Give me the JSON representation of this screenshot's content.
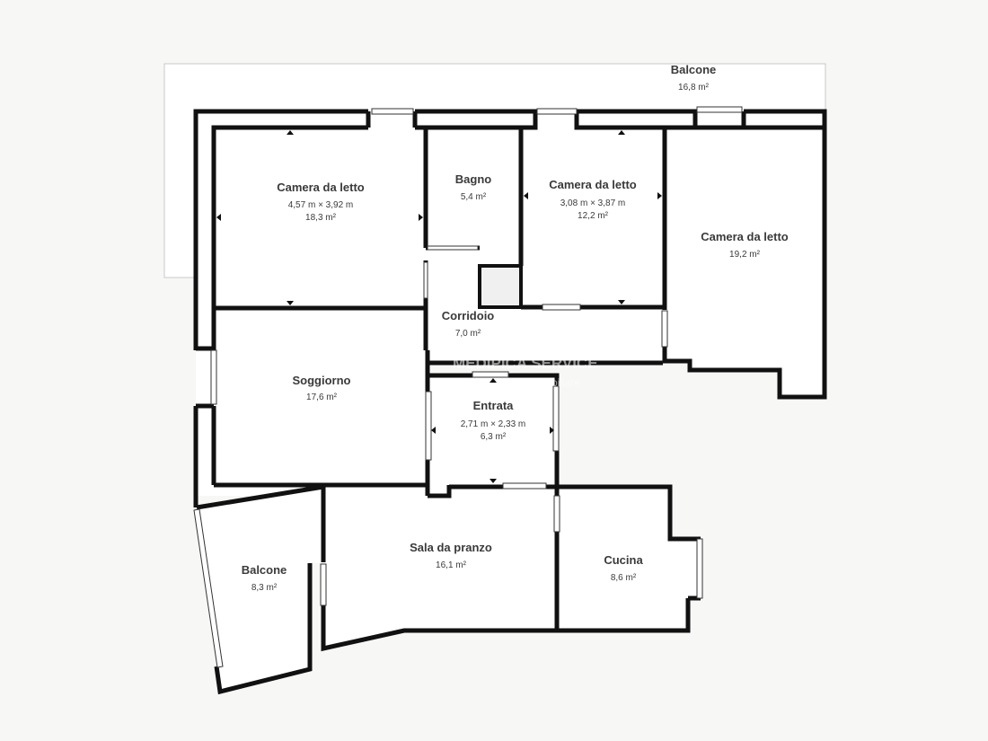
{
  "rooms": {
    "balcone_top": {
      "name": "Balcone",
      "area": "16,8 m²"
    },
    "camera1": {
      "name": "Camera da letto",
      "dims": "4,57 m × 3,92 m",
      "area": "18,3 m²"
    },
    "bagno": {
      "name": "Bagno",
      "area": "5,4 m²"
    },
    "camera2": {
      "name": "Camera da letto",
      "dims": "3,08 m × 3,87 m",
      "area": "12,2 m²"
    },
    "camera3": {
      "name": "Camera da letto",
      "area": "19,2 m²"
    },
    "corridoio": {
      "name": "Corridoio",
      "area": "7,0 m²"
    },
    "soggiorno": {
      "name": "Soggiorno",
      "area": "17,6 m²"
    },
    "entrata": {
      "name": "Entrata",
      "dims": "2,71 m × 2,33 m",
      "area": "6,3 m²"
    },
    "balcone_left": {
      "name": "Balcone",
      "area": "8,3 m²"
    },
    "sala": {
      "name": "Sala da pranzo",
      "area": "16,1 m²"
    },
    "cucina": {
      "name": "Cucina",
      "area": "8,6 m²"
    }
  },
  "watermark": {
    "line1": "MEDIPICA SERVICE",
    "line2": "Immobiliare"
  },
  "colors": {
    "background": "#f7f7f6",
    "room_fill": "#ffffff",
    "wall": "#111111",
    "balcony_outline": "#c9c9c9",
    "window_fill": "#ffffff",
    "text": "#3a3a3a"
  }
}
